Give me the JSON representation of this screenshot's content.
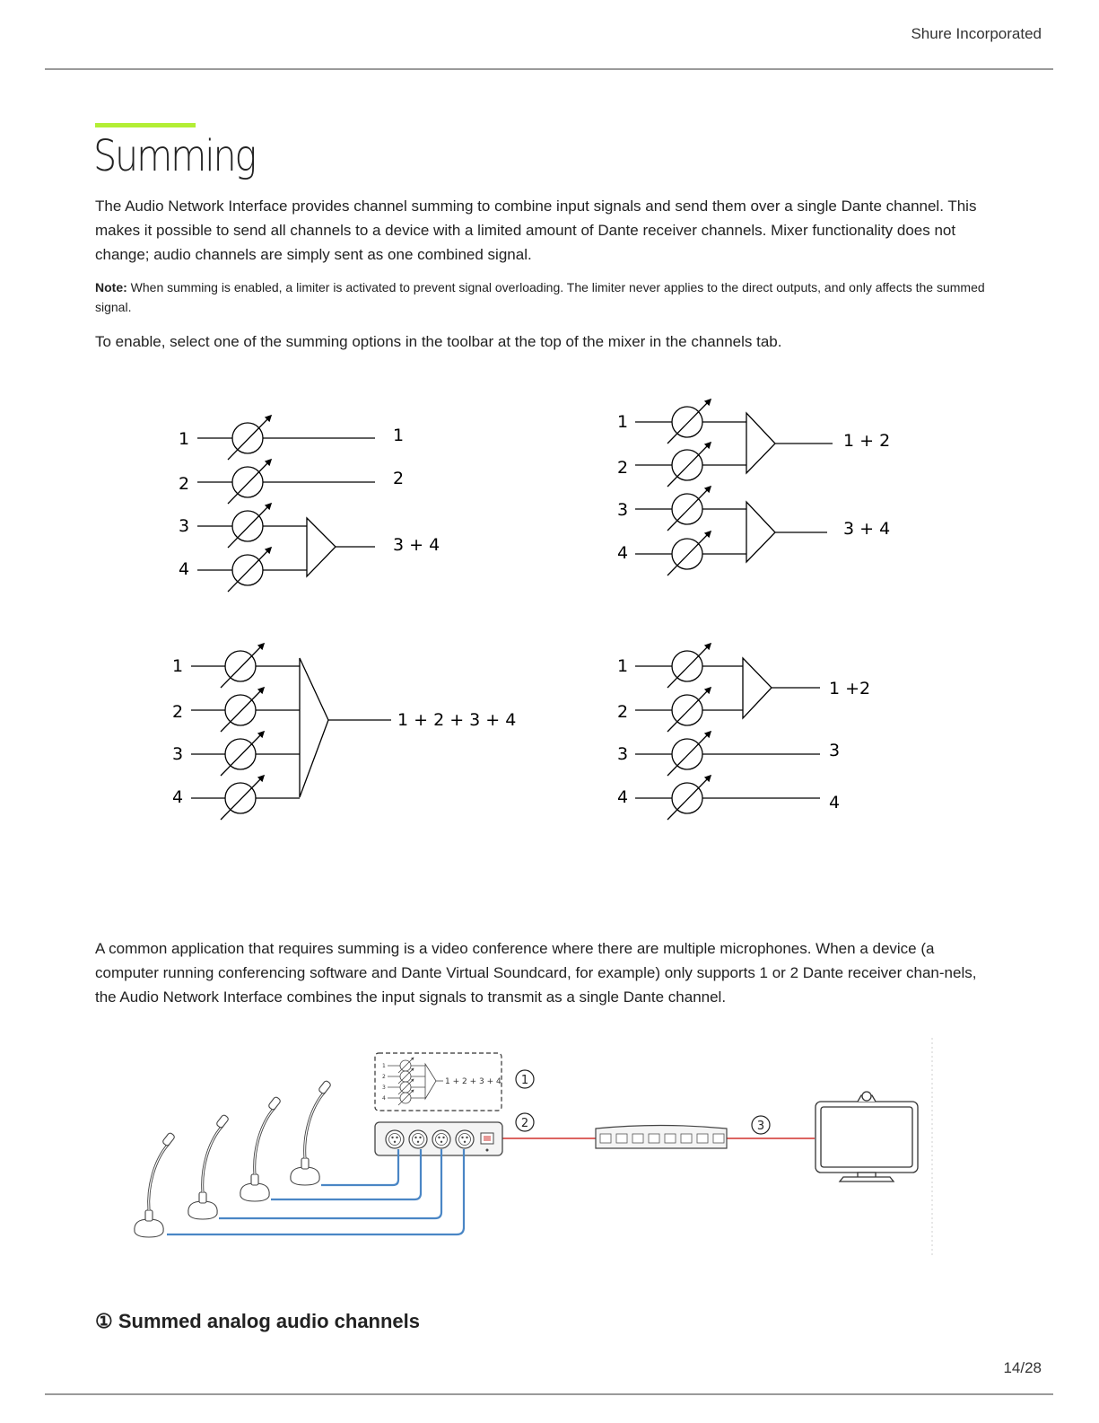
{
  "header": {
    "company": "Shure Incorporated"
  },
  "page": {
    "title": "Summing",
    "intro": "The Audio Network Interface provides channel summing to combine input signals and send them over a single Dante channel. This makes it possible to send all channels to a device with a limited amount of Dante receiver channels. Mixer functionality does not change; audio channels are simply sent as one combined signal.",
    "note_label": "Note:",
    "note_text": " When summing is enabled, a limiter is activated to prevent signal overloading. The limiter never applies to the direct outputs, and only affects the summed signal.",
    "enable_text": "To enable, select one of the summing options in the toolbar at the top of the mixer in the channels tab.",
    "application_text": "A common application that requires summing is a video conference where there are multiple microphones. When a device (a computer running conferencing software and Dante Virtual Soundcard, for example) only supports 1 or 2 Dante receiver chan-nels, the Audio Network Interface combines the input signals to transmit as a single Dante channel.",
    "section_heading": "① Summed analog audio channels",
    "page_number": "14/28"
  },
  "diagrams": {
    "inputs": [
      "1",
      "2",
      "3",
      "4"
    ],
    "mode_a_outputs": [
      "1",
      "2",
      "3 + 4"
    ],
    "mode_b_outputs": [
      "1 + 2",
      "3 + 4"
    ],
    "mode_c_outputs": [
      "1 + 2 + 3 + 4"
    ],
    "mode_d_outputs": [
      "1 +2",
      "3",
      "4"
    ]
  },
  "setup": {
    "inset_inputs": [
      "1",
      "2",
      "3",
      "4"
    ],
    "inset_output": "1 + 2 + 3 + 4",
    "callouts": [
      "1",
      "2",
      "3"
    ],
    "cable_color": "#4a86c5",
    "network_color": "#d0312d"
  }
}
